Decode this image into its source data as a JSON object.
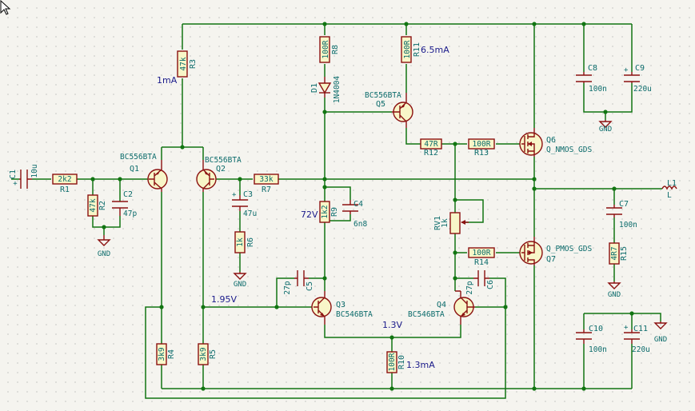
{
  "components": {
    "C1": {
      "ref": "C1",
      "value": "10u"
    },
    "R1": {
      "ref": "R1",
      "value": "2k2"
    },
    "R2": {
      "ref": "R2",
      "value": "47k"
    },
    "C2": {
      "ref": "C2",
      "value": "47p"
    },
    "Q1": {
      "ref": "Q1",
      "value": "BC556BTA"
    },
    "Q2": {
      "ref": "Q2",
      "value": "BC556BTA"
    },
    "R3": {
      "ref": "R3",
      "value": "47k"
    },
    "R7": {
      "ref": "R7",
      "value": "33k"
    },
    "C3": {
      "ref": "C3",
      "value": "47u"
    },
    "R6": {
      "ref": "R6",
      "value": "1k"
    },
    "R8": {
      "ref": "R8",
      "value": "100R"
    },
    "D1": {
      "ref": "D1",
      "value": "1N4004"
    },
    "R11": {
      "ref": "R11",
      "value": "100R"
    },
    "Q5": {
      "ref": "Q5",
      "value": "BC556BTA"
    },
    "R12": {
      "ref": "R12",
      "value": "47R"
    },
    "R13": {
      "ref": "R13",
      "value": "100R"
    },
    "Q6": {
      "ref": "Q6",
      "value": "Q_NMOS_GDS"
    },
    "C8": {
      "ref": "C8",
      "value": "100n"
    },
    "C9": {
      "ref": "C9",
      "value": "220u"
    },
    "R9": {
      "ref": "R9",
      "value": "1k2"
    },
    "C4": {
      "ref": "C4",
      "value": "6n8"
    },
    "RV1": {
      "ref": "RV1",
      "value": "1k"
    },
    "R14": {
      "ref": "R14",
      "value": "100R"
    },
    "Q7": {
      "ref": "Q7",
      "value": "Q_PMOS_GDS"
    },
    "C7": {
      "ref": "C7",
      "value": "100n"
    },
    "R15": {
      "ref": "R15",
      "value": "4R7"
    },
    "L1": {
      "ref": "L1",
      "value": "L"
    },
    "C5": {
      "ref": "C5",
      "value": "27p"
    },
    "Q3": {
      "ref": "Q3",
      "value": "BC546BTA"
    },
    "C6": {
      "ref": "C6",
      "value": "27p"
    },
    "Q4": {
      "ref": "Q4",
      "value": "BC546BTA"
    },
    "R4": {
      "ref": "R4",
      "value": "3k9"
    },
    "R5": {
      "ref": "R5",
      "value": "3k9"
    },
    "R10": {
      "ref": "R10",
      "value": "100R"
    },
    "C10": {
      "ref": "C10",
      "value": "100n"
    },
    "C11": {
      "ref": "C11",
      "value": "220u"
    }
  },
  "power": {
    "gnd": "GND"
  },
  "notes": {
    "i_1mA": "1mA",
    "i_65mA": "6.5mA",
    "v_72": "72V",
    "v_195": "1.95V",
    "v_13": "1.3V",
    "i_13mA": "1.3mA"
  }
}
